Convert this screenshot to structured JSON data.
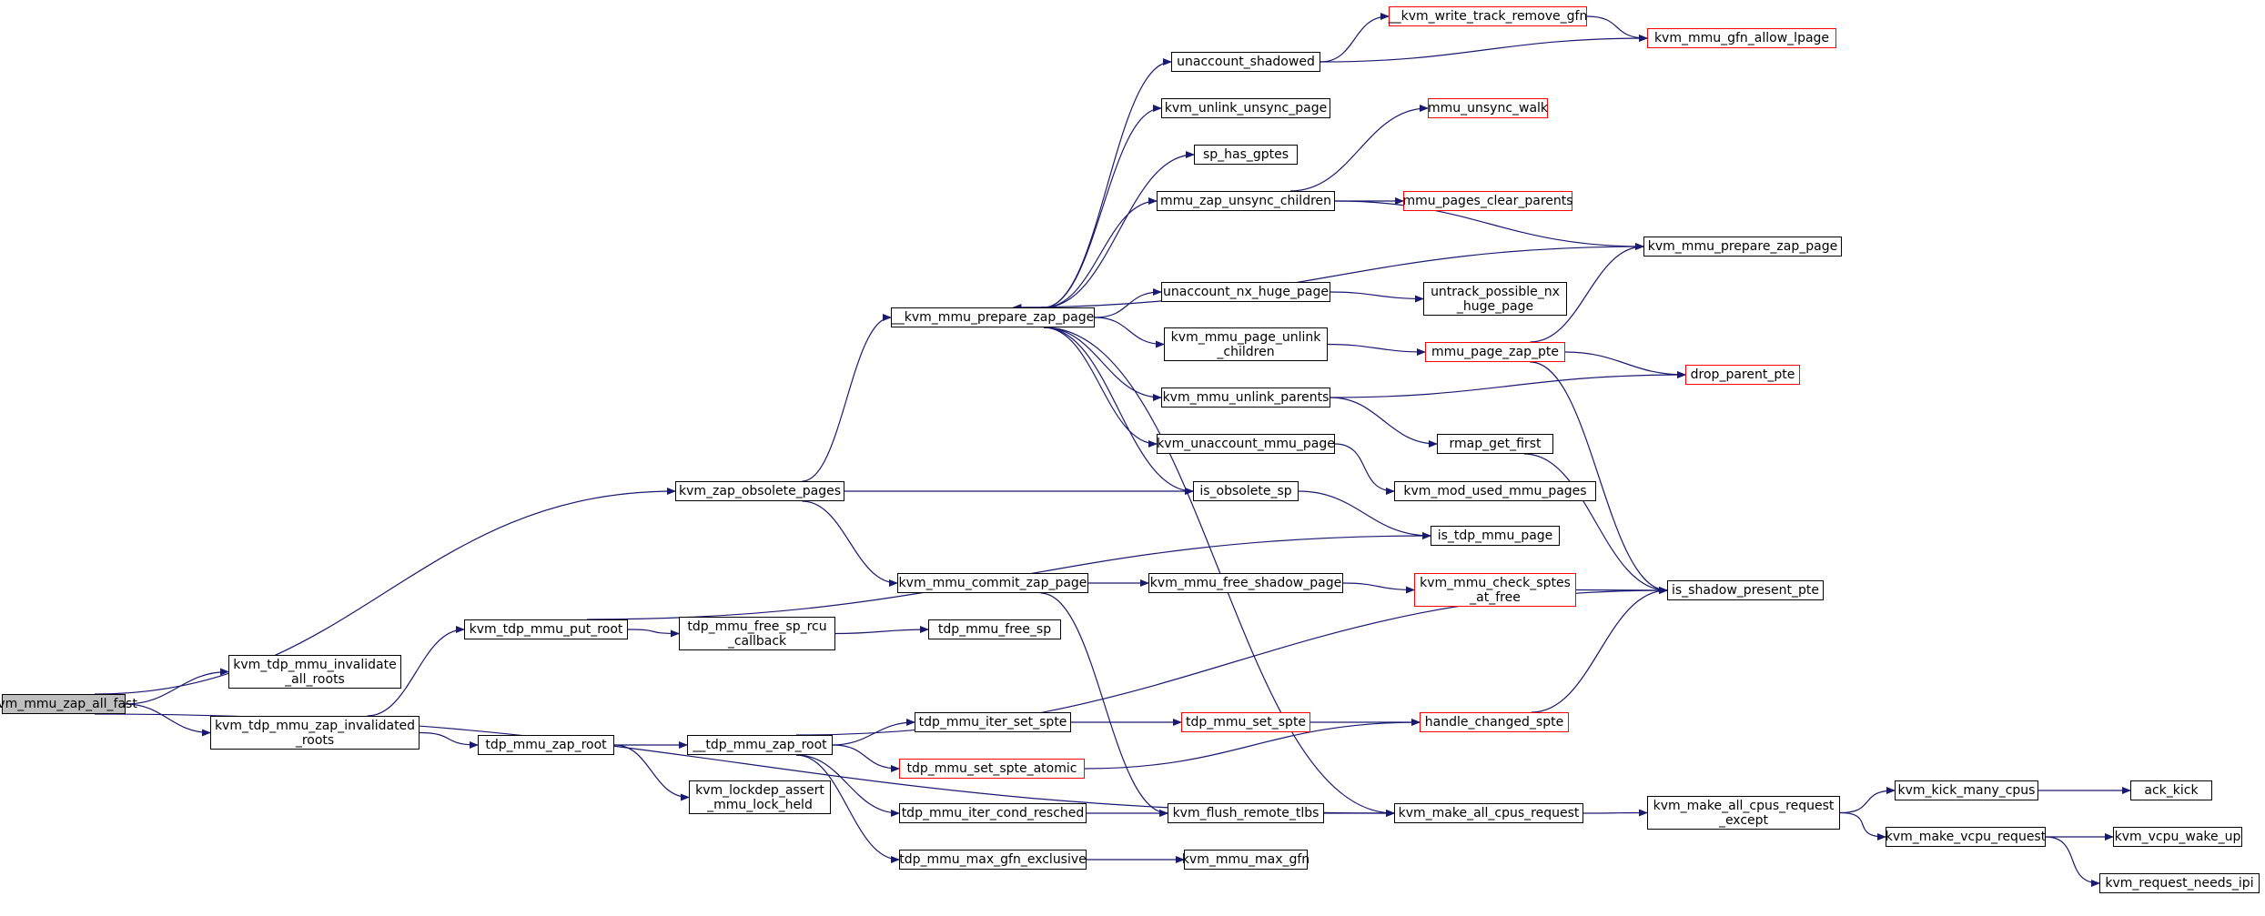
{
  "diagram": {
    "kind": "call-graph",
    "edge_color": "#191970",
    "border_colors": {
      "normal": "#000000",
      "truncated": "#ff0000"
    },
    "root_fill": "#bfbfbf",
    "nodes": {
      "kvm_mmu_zap_all_fast": {
        "label": "kvm_mmu_zap_all_fast",
        "style": "root"
      },
      "kvm_zap_obsolete_pages": {
        "label": "kvm_zap_obsolete_pages",
        "style": "normal"
      },
      "kvm_tdp_mmu_invalidate_all_roots": {
        "label": "kvm_tdp_mmu_invalidate\n_all_roots",
        "style": "normal"
      },
      "kvm_tdp_mmu_zap_invalidated_roots": {
        "label": "kvm_tdp_mmu_zap_invalidated\n_roots",
        "style": "normal"
      },
      "kvm_tdp_mmu_put_root": {
        "label": "kvm_tdp_mmu_put_root",
        "style": "normal"
      },
      "tdp_mmu_zap_root": {
        "label": "tdp_mmu_zap_root",
        "style": "normal"
      },
      "tdp_mmu_free_sp_rcu_callback": {
        "label": "tdp_mmu_free_sp_rcu\n_callback",
        "style": "normal"
      },
      "tdp_mmu_free_sp": {
        "label": "tdp_mmu_free_sp",
        "style": "normal"
      },
      "__tdp_mmu_zap_root": {
        "label": "__tdp_mmu_zap_root",
        "style": "normal"
      },
      "kvm_lockdep_assert_mmu_lock_held": {
        "label": "kvm_lockdep_assert\n_mmu_lock_held",
        "style": "normal"
      },
      "__kvm_mmu_prepare_zap_page": {
        "label": "__kvm_mmu_prepare_zap_page",
        "style": "normal"
      },
      "kvm_mmu_commit_zap_page": {
        "label": "kvm_mmu_commit_zap_page",
        "style": "normal"
      },
      "tdp_mmu_iter_set_spte": {
        "label": "tdp_mmu_iter_set_spte",
        "style": "normal"
      },
      "tdp_mmu_set_spte_atomic": {
        "label": "tdp_mmu_set_spte_atomic",
        "style": "truncated"
      },
      "tdp_mmu_iter_cond_resched": {
        "label": "tdp_mmu_iter_cond_resched",
        "style": "normal"
      },
      "tdp_mmu_max_gfn_exclusive": {
        "label": "tdp_mmu_max_gfn_exclusive",
        "style": "normal"
      },
      "unaccount_shadowed": {
        "label": "unaccount_shadowed",
        "style": "normal"
      },
      "kvm_unlink_unsync_page": {
        "label": "kvm_unlink_unsync_page",
        "style": "normal"
      },
      "sp_has_gptes": {
        "label": "sp_has_gptes",
        "style": "normal"
      },
      "mmu_zap_unsync_children": {
        "label": "mmu_zap_unsync_children",
        "style": "normal"
      },
      "unaccount_nx_huge_page": {
        "label": "unaccount_nx_huge_page",
        "style": "normal"
      },
      "kvm_mmu_page_unlink_children": {
        "label": "kvm_mmu_page_unlink\n_children",
        "style": "normal"
      },
      "kvm_mmu_unlink_parents": {
        "label": "kvm_mmu_unlink_parents",
        "style": "normal"
      },
      "kvm_unaccount_mmu_page": {
        "label": "kvm_unaccount_mmu_page",
        "style": "normal"
      },
      "is_obsolete_sp": {
        "label": "is_obsolete_sp",
        "style": "normal"
      },
      "kvm_mmu_free_shadow_page": {
        "label": "kvm_mmu_free_shadow_page",
        "style": "normal"
      },
      "tdp_mmu_set_spte": {
        "label": "tdp_mmu_set_spte",
        "style": "truncated"
      },
      "kvm_flush_remote_tlbs": {
        "label": "kvm_flush_remote_tlbs",
        "style": "normal"
      },
      "kvm_mmu_max_gfn": {
        "label": "kvm_mmu_max_gfn",
        "style": "normal"
      },
      "__kvm_write_track_remove_gfn": {
        "label": "__kvm_write_track_remove_gfn",
        "style": "truncated"
      },
      "mmu_unsync_walk": {
        "label": "mmu_unsync_walk",
        "style": "truncated"
      },
      "mmu_pages_clear_parents": {
        "label": "mmu_pages_clear_parents",
        "style": "truncated"
      },
      "untrack_possible_nx_huge_page": {
        "label": "untrack_possible_nx\n_huge_page",
        "style": "normal"
      },
      "mmu_page_zap_pte": {
        "label": "mmu_page_zap_pte",
        "style": "truncated"
      },
      "rmap_get_first": {
        "label": "rmap_get_first",
        "style": "normal"
      },
      "kvm_mod_used_mmu_pages": {
        "label": "kvm_mod_used_mmu_pages",
        "style": "normal"
      },
      "is_tdp_mmu_page": {
        "label": "is_tdp_mmu_page",
        "style": "normal"
      },
      "kvm_mmu_check_sptes_at_free": {
        "label": "kvm_mmu_check_sptes\n_at_free",
        "style": "truncated"
      },
      "handle_changed_spte": {
        "label": "handle_changed_spte",
        "style": "truncated"
      },
      "kvm_make_all_cpus_request": {
        "label": "kvm_make_all_cpus_request",
        "style": "normal"
      },
      "kvm_mmu_gfn_allow_lpage": {
        "label": "kvm_mmu_gfn_allow_lpage",
        "style": "truncated"
      },
      "kvm_mmu_prepare_zap_page": {
        "label": "kvm_mmu_prepare_zap_page",
        "style": "normal"
      },
      "drop_parent_pte": {
        "label": "drop_parent_pte",
        "style": "truncated"
      },
      "is_shadow_present_pte": {
        "label": "is_shadow_present_pte",
        "style": "normal"
      },
      "kvm_make_all_cpus_request_except": {
        "label": "kvm_make_all_cpus_request\n_except",
        "style": "normal"
      },
      "kvm_kick_many_cpus": {
        "label": "kvm_kick_many_cpus",
        "style": "normal"
      },
      "kvm_make_vcpu_request": {
        "label": "kvm_make_vcpu_request",
        "style": "normal"
      },
      "ack_kick": {
        "label": "ack_kick",
        "style": "normal"
      },
      "kvm_vcpu_wake_up": {
        "label": "kvm_vcpu_wake_up",
        "style": "normal"
      },
      "kvm_request_needs_ipi": {
        "label": "kvm_request_needs_ipi",
        "style": "normal"
      }
    },
    "edges": [
      [
        "kvm_mmu_zap_all_fast",
        "kvm_zap_obsolete_pages"
      ],
      [
        "kvm_mmu_zap_all_fast",
        "kvm_tdp_mmu_invalidate_all_roots"
      ],
      [
        "kvm_mmu_zap_all_fast",
        "kvm_tdp_mmu_zap_invalidated_roots"
      ],
      [
        "kvm_mmu_zap_all_fast",
        "kvm_make_all_cpus_request"
      ],
      [
        "kvm_zap_obsolete_pages",
        "__kvm_mmu_prepare_zap_page"
      ],
      [
        "kvm_zap_obsolete_pages",
        "is_obsolete_sp"
      ],
      [
        "kvm_zap_obsolete_pages",
        "kvm_mmu_commit_zap_page"
      ],
      [
        "kvm_tdp_mmu_zap_invalidated_roots",
        "kvm_tdp_mmu_put_root"
      ],
      [
        "kvm_tdp_mmu_zap_invalidated_roots",
        "tdp_mmu_zap_root"
      ],
      [
        "kvm_tdp_mmu_put_root",
        "is_tdp_mmu_page"
      ],
      [
        "kvm_tdp_mmu_put_root",
        "tdp_mmu_free_sp_rcu_callback"
      ],
      [
        "tdp_mmu_free_sp_rcu_callback",
        "tdp_mmu_free_sp"
      ],
      [
        "tdp_mmu_zap_root",
        "__tdp_mmu_zap_root"
      ],
      [
        "tdp_mmu_zap_root",
        "kvm_lockdep_assert_mmu_lock_held"
      ],
      [
        "__tdp_mmu_zap_root",
        "is_shadow_present_pte"
      ],
      [
        "__tdp_mmu_zap_root",
        "tdp_mmu_iter_set_spte"
      ],
      [
        "__tdp_mmu_zap_root",
        "tdp_mmu_set_spte_atomic"
      ],
      [
        "__tdp_mmu_zap_root",
        "tdp_mmu_iter_cond_resched"
      ],
      [
        "__tdp_mmu_zap_root",
        "tdp_mmu_max_gfn_exclusive"
      ],
      [
        "tdp_mmu_iter_set_spte",
        "tdp_mmu_set_spte"
      ],
      [
        "tdp_mmu_set_spte",
        "handle_changed_spte"
      ],
      [
        "tdp_mmu_set_spte_atomic",
        "handle_changed_spte"
      ],
      [
        "tdp_mmu_iter_cond_resched",
        "kvm_flush_remote_tlbs"
      ],
      [
        "tdp_mmu_max_gfn_exclusive",
        "kvm_mmu_max_gfn"
      ],
      [
        "handle_changed_spte",
        "is_shadow_present_pte"
      ],
      [
        "kvm_flush_remote_tlbs",
        "kvm_make_all_cpus_request"
      ],
      [
        "kvm_make_all_cpus_request",
        "kvm_make_all_cpus_request_except"
      ],
      [
        "kvm_make_all_cpus_request_except",
        "kvm_kick_many_cpus"
      ],
      [
        "kvm_make_all_cpus_request_except",
        "kvm_make_vcpu_request"
      ],
      [
        "kvm_kick_many_cpus",
        "ack_kick"
      ],
      [
        "kvm_make_vcpu_request",
        "kvm_vcpu_wake_up"
      ],
      [
        "kvm_make_vcpu_request",
        "kvm_request_needs_ipi"
      ],
      [
        "kvm_mmu_commit_zap_page",
        "kvm_mmu_free_shadow_page"
      ],
      [
        "kvm_mmu_commit_zap_page",
        "kvm_flush_remote_tlbs"
      ],
      [
        "kvm_mmu_free_shadow_page",
        "kvm_mmu_check_sptes_at_free"
      ],
      [
        "kvm_mmu_check_sptes_at_free",
        "is_shadow_present_pte"
      ],
      [
        "__kvm_mmu_prepare_zap_page",
        "unaccount_shadowed"
      ],
      [
        "__kvm_mmu_prepare_zap_page",
        "kvm_unlink_unsync_page"
      ],
      [
        "__kvm_mmu_prepare_zap_page",
        "sp_has_gptes"
      ],
      [
        "__kvm_mmu_prepare_zap_page",
        "mmu_zap_unsync_children"
      ],
      [
        "__kvm_mmu_prepare_zap_page",
        "unaccount_nx_huge_page"
      ],
      [
        "__kvm_mmu_prepare_zap_page",
        "kvm_mmu_page_unlink_children"
      ],
      [
        "__kvm_mmu_prepare_zap_page",
        "kvm_mmu_unlink_parents"
      ],
      [
        "__kvm_mmu_prepare_zap_page",
        "kvm_unaccount_mmu_page"
      ],
      [
        "__kvm_mmu_prepare_zap_page",
        "is_obsolete_sp"
      ],
      [
        "__kvm_mmu_prepare_zap_page",
        "kvm_make_all_cpus_request"
      ],
      [
        "unaccount_shadowed",
        "__kvm_write_track_remove_gfn"
      ],
      [
        "unaccount_shadowed",
        "kvm_mmu_gfn_allow_lpage"
      ],
      [
        "__kvm_write_track_remove_gfn",
        "kvm_mmu_gfn_allow_lpage"
      ],
      [
        "mmu_zap_unsync_children",
        "mmu_unsync_walk"
      ],
      [
        "mmu_zap_unsync_children",
        "mmu_pages_clear_parents"
      ],
      [
        "mmu_zap_unsync_children",
        "kvm_mmu_prepare_zap_page"
      ],
      [
        "kvm_mmu_prepare_zap_page",
        "__kvm_mmu_prepare_zap_page"
      ],
      [
        "unaccount_nx_huge_page",
        "untrack_possible_nx_huge_page"
      ],
      [
        "kvm_mmu_page_unlink_children",
        "mmu_page_zap_pte"
      ],
      [
        "mmu_page_zap_pte",
        "kvm_mmu_prepare_zap_page"
      ],
      [
        "mmu_page_zap_pte",
        "drop_parent_pte"
      ],
      [
        "mmu_page_zap_pte",
        "is_shadow_present_pte"
      ],
      [
        "kvm_mmu_unlink_parents",
        "drop_parent_pte"
      ],
      [
        "kvm_mmu_unlink_parents",
        "rmap_get_first"
      ],
      [
        "rmap_get_first",
        "is_shadow_present_pte"
      ],
      [
        "kvm_unaccount_mmu_page",
        "kvm_mod_used_mmu_pages"
      ],
      [
        "is_obsolete_sp",
        "is_tdp_mmu_page"
      ]
    ]
  }
}
